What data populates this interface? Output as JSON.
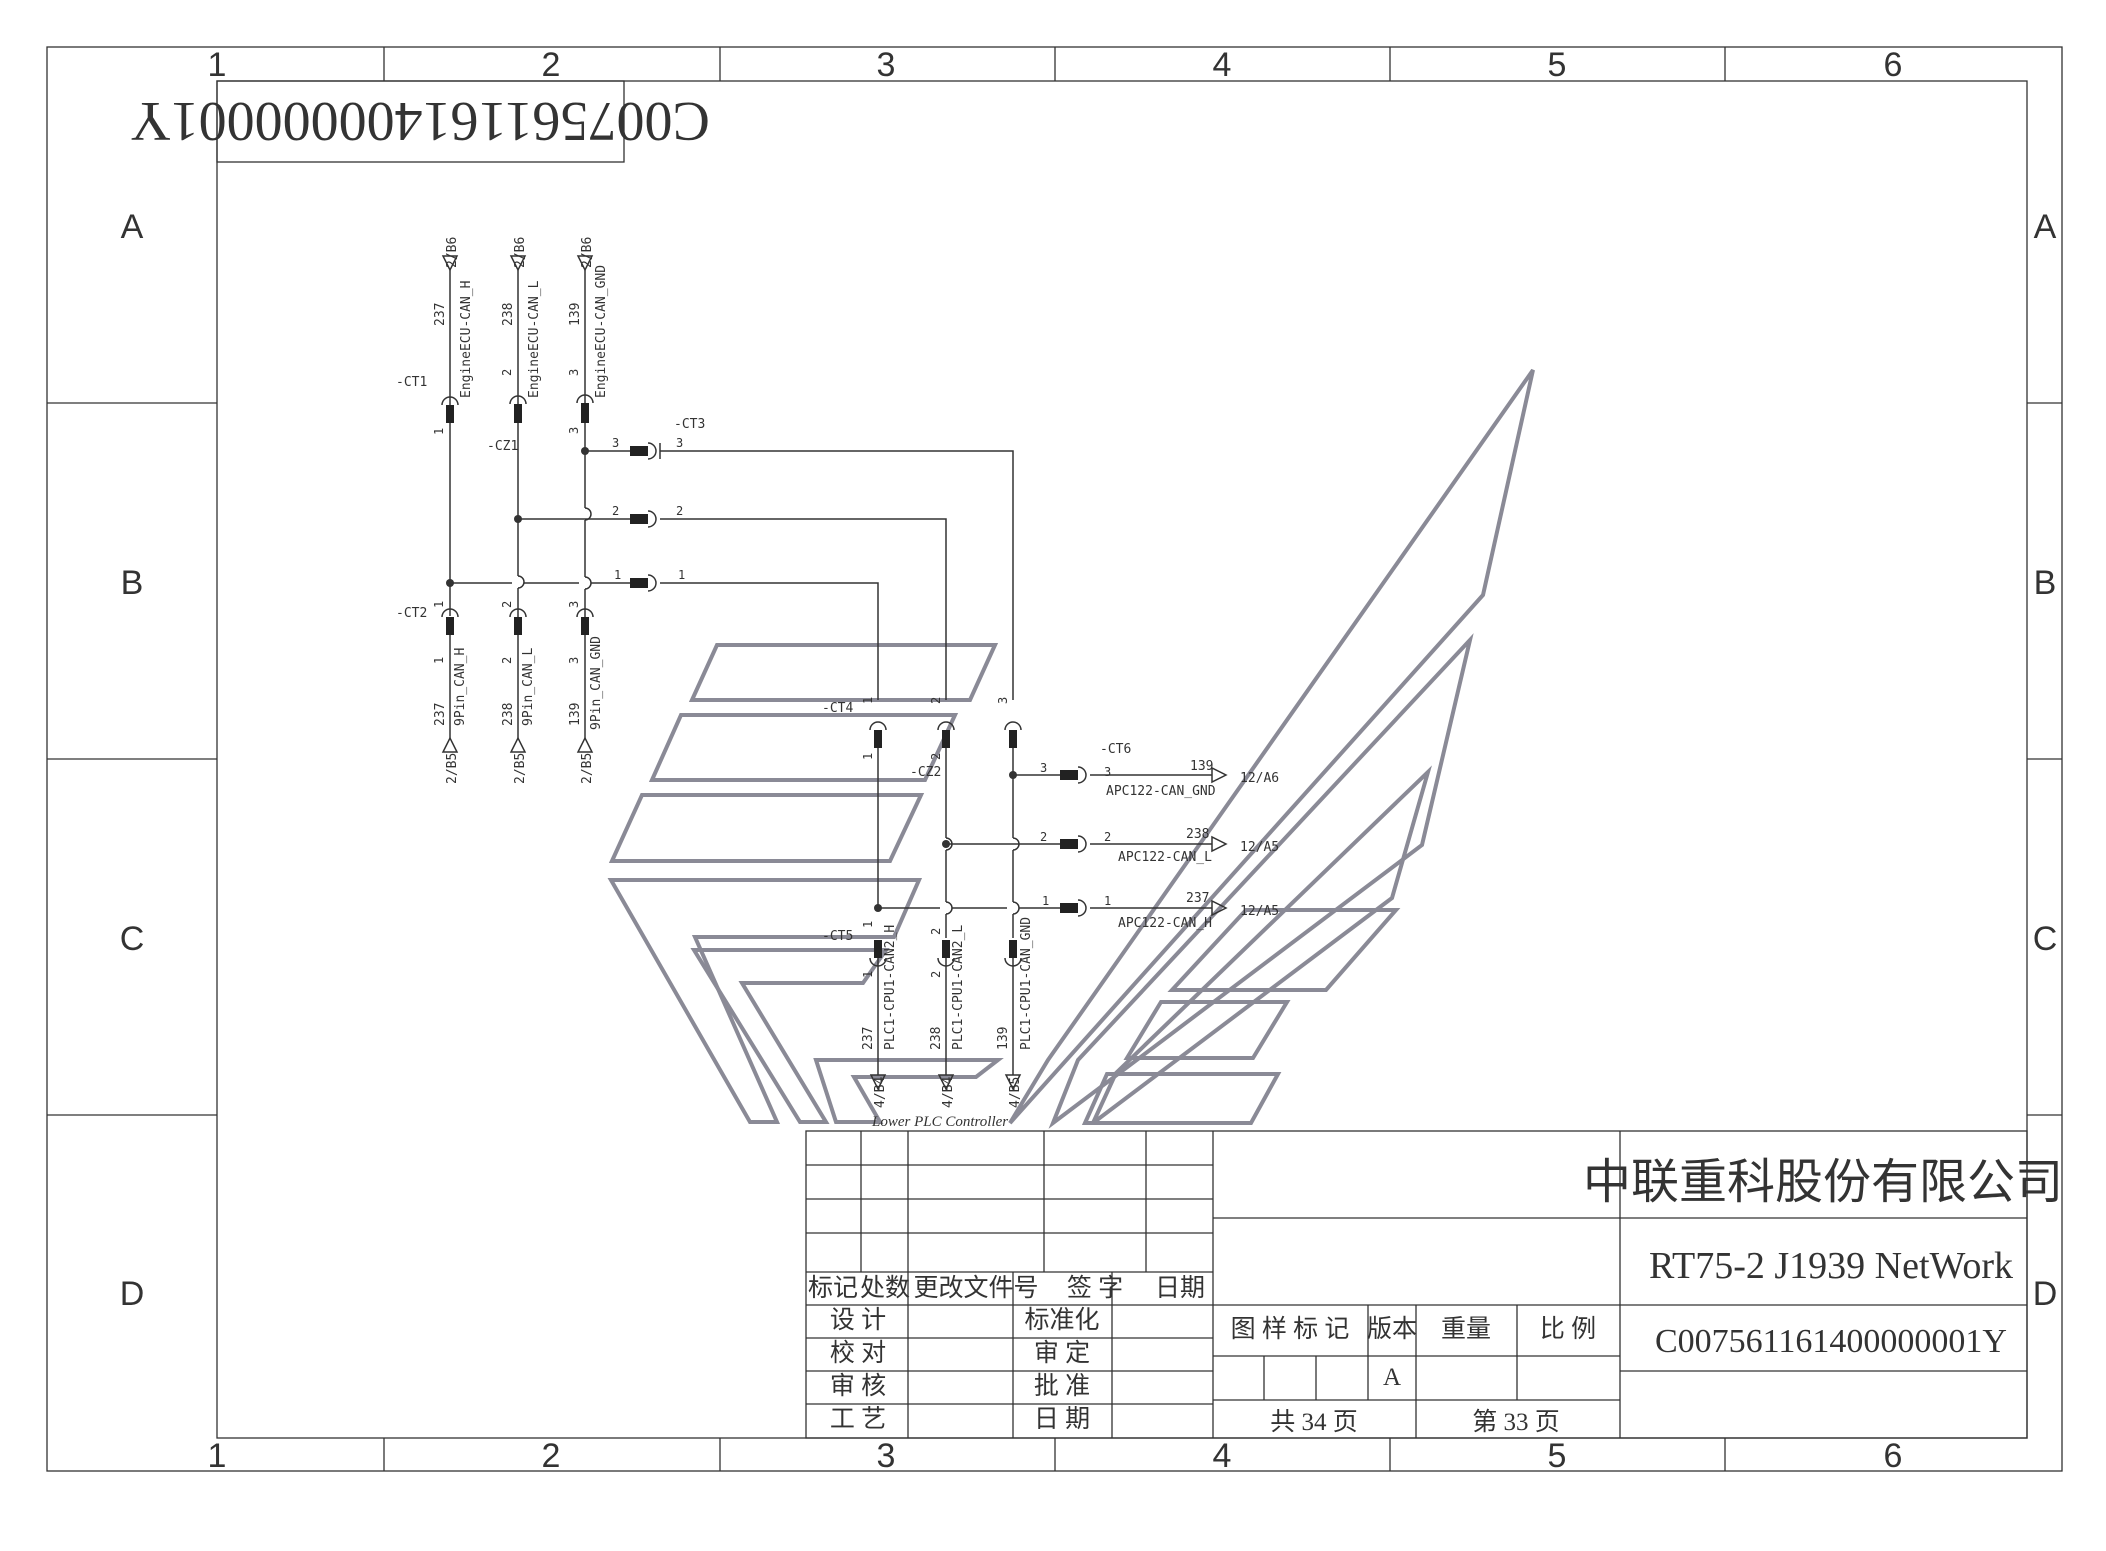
{
  "drawing_number": "C007561161400000001Y",
  "drawing_number_box": "C007561161400000001Y",
  "grid": {
    "columns": [
      "1",
      "2",
      "3",
      "4",
      "5",
      "6"
    ],
    "rows": [
      "A",
      "B",
      "C",
      "D"
    ]
  },
  "connectors": {
    "ct1": "-CT1",
    "cz1": "-CZ1",
    "ct2": "-CT2",
    "ct3": "-CT3",
    "ct4": "-CT4",
    "cz2": "-CZ2",
    "ct5": "-CT5",
    "ct6": "-CT6"
  },
  "signals": {
    "top": [
      {
        "wire": "237",
        "name": "EngineECU-CAN_H",
        "ref": "2/B6"
      },
      {
        "wire": "238",
        "name": "EngineECU-CAN_L",
        "ref": "2/B6"
      },
      {
        "wire": "139",
        "name": "EngineECU-CAN_GND",
        "ref": "2/B6"
      }
    ],
    "left": [
      {
        "wire": "237",
        "name": "9Pin_CAN_H",
        "ref": "2/B5"
      },
      {
        "wire": "238",
        "name": "9Pin_CAN_L",
        "ref": "2/B5"
      },
      {
        "wire": "139",
        "name": "9Pin_CAN_GND",
        "ref": "2/B5"
      }
    ],
    "right": [
      {
        "wire": "139",
        "name": "APC122-CAN_GND",
        "ref": "12/A6"
      },
      {
        "wire": "238",
        "name": "APC122-CAN_L",
        "ref": "12/A5"
      },
      {
        "wire": "237",
        "name": "APC122-CAN_H",
        "ref": "12/A5"
      }
    ],
    "bottom": [
      {
        "wire": "237",
        "name": "PLC1-CPU1-CAN2_H",
        "ref": "4/B4"
      },
      {
        "wire": "238",
        "name": "PLC1-CPU1-CAN2_L",
        "ref": "4/B4"
      },
      {
        "wire": "139",
        "name": "PLC1-CPU1-CAN_GND",
        "ref": "4/B5"
      }
    ]
  },
  "pins": [
    "1",
    "2",
    "3"
  ],
  "lower_plc_caption": "Lower PLC Controller",
  "title_block": {
    "company": "中联重科股份有限公司",
    "title": "RT75-2 J1939 NetWork",
    "number": "C007561161400000001Y",
    "rev_headers": [
      "标记",
      "处数",
      "更改文件号",
      "签 字",
      "日期"
    ],
    "roles_left": [
      "设 计",
      "校 对",
      "审 核",
      "工 艺"
    ],
    "roles_right": [
      "标准化",
      "审 定",
      "批 准",
      "日 期"
    ],
    "meta_headers": [
      "图 样 标 记",
      "版本",
      "重量",
      "比 例"
    ],
    "version": "A",
    "total_pages": "共 34 页",
    "page_no": "第 33 页"
  },
  "colors": {
    "line": "#333333",
    "watermark": "#8a8a96",
    "paper": "#ffffff"
  }
}
